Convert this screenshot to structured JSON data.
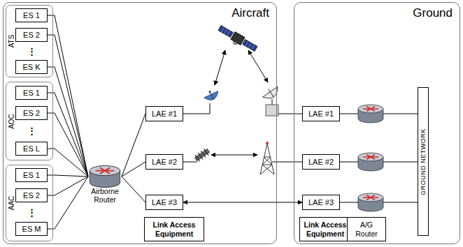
{
  "diagram": {
    "nodes": [
      {
        "text": [
          "Aircraft"
        ]
      },
      {
        "text": [
          "ATS"
        ],
        "in": 0
      },
      {
        "text": [
          "ES 1"
        ],
        "in": 1
      },
      {
        "text": [
          "ES 2"
        ],
        "in": 1
      },
      {
        "text": [
          "ES K"
        ],
        "in": 1
      },
      {
        "text": [
          "AOC"
        ],
        "in": 0
      },
      {
        "text": [
          "ES 1"
        ],
        "in": 5
      },
      {
        "text": [
          "ES 2"
        ],
        "in": 5
      },
      {
        "text": [
          "ES L"
        ],
        "in": 5
      },
      {
        "text": [
          "AAC"
        ],
        "in": 0
      },
      {
        "text": [
          "ES 1"
        ],
        "in": 9
      },
      {
        "text": [
          "ES 2"
        ],
        "in": 9
      },
      {
        "text": [
          "ES M"
        ],
        "in": 9
      },
      {
        "text": [
          "Airborne Router"
        ],
        "in": 0
      },
      {
        "text": [
          "LAE #1"
        ],
        "in": 0
      },
      {
        "text": [
          "LAE #2"
        ],
        "in": 0
      },
      {
        "text": [
          "LAE #3"
        ],
        "in": 0
      },
      {
        "text": [
          "Link Access Equipment"
        ],
        "in": 0
      },
      {
        "text": [
          "Ground"
        ]
      },
      {
        "text": [
          "LAE #1"
        ],
        "in": 18
      },
      {
        "text": [
          "LAE #2"
        ],
        "in": 18
      },
      {
        "text": [
          "LAE #3"
        ],
        "in": 18
      },
      {
        "text": [
          "GROUND NETWORK"
        ],
        "in": 18
      },
      {
        "text": [
          "Link Access Equipment"
        ],
        "in": 18
      },
      {
        "text": [
          "A/G Router"
        ],
        "in": 18
      }
    ],
    "edges": [
      {
        "from": 2,
        "to": 13,
        "arrow": "none"
      },
      {
        "from": 3,
        "to": 13,
        "arrow": "none"
      },
      {
        "from": 4,
        "to": 13,
        "arrow": "none"
      },
      {
        "from": 6,
        "to": 13,
        "arrow": "none"
      },
      {
        "from": 7,
        "to": 13,
        "arrow": "none"
      },
      {
        "from": 8,
        "to": 13,
        "arrow": "none"
      },
      {
        "from": 10,
        "to": 13,
        "arrow": "none"
      },
      {
        "from": 11,
        "to": 13,
        "arrow": "none"
      },
      {
        "from": 12,
        "to": 13,
        "arrow": "none"
      },
      {
        "from": 13,
        "to": 14,
        "arrow": "none"
      },
      {
        "from": 13,
        "to": 15,
        "arrow": "none"
      },
      {
        "from": 13,
        "to": 16,
        "arrow": "none"
      },
      {
        "from": 16,
        "to": 21,
        "arrow": "both"
      }
    ],
    "labels": [
      "⋮",
      "⋮",
      "⋮"
    ]
  }
}
